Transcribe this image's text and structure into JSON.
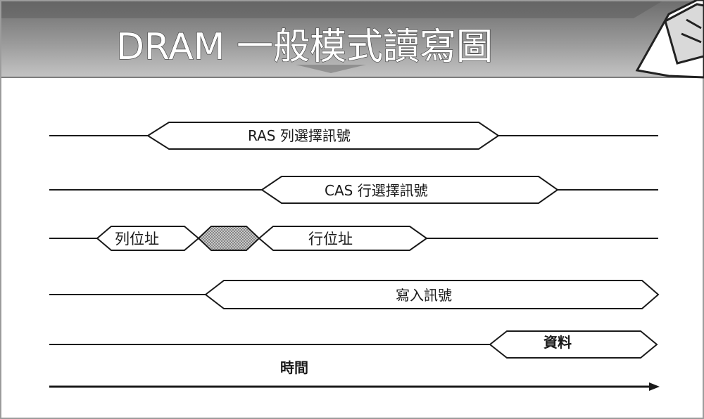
{
  "header": {
    "title": "DRAM 一般模式讀寫圖"
  },
  "signals": {
    "ras": "RAS 列選擇訊號",
    "cas": "CAS 行選擇訊號",
    "row_address": "列位址",
    "column_address": "行位址",
    "write": "寫入訊號",
    "data": "資料"
  },
  "time_axis": {
    "label": "時間"
  },
  "colors": {
    "header_top": "#7a7a7a",
    "header_bottom": "#b8b8b8",
    "line": "#1a1a1a",
    "hatch": "#9a9a9a"
  }
}
